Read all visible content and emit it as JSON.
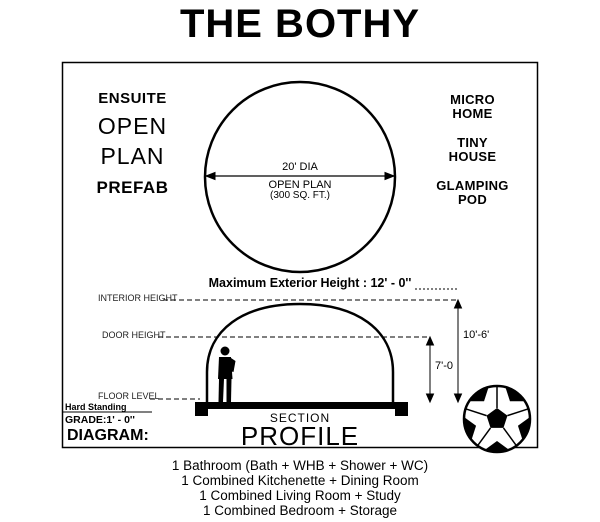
{
  "title": "THE BOTHY",
  "plan": {
    "left_labels": {
      "ensuite": "ENSUITE",
      "open": "OPEN",
      "plan": "PLAN",
      "prefab": "PREFAB"
    },
    "right_labels": {
      "micro": "MICRO",
      "home": "HOME",
      "tiny": "TINY",
      "house": "HOUSE",
      "glamping": "GLAMPING",
      "pod": "POD"
    },
    "circle": {
      "diameter": "20' DIA",
      "open_plan": "OPEN PLAN",
      "area": "(300 SQ. FT.)"
    }
  },
  "section": {
    "max_exterior_height": "Maximum Exterior Height : 12' - 0''",
    "interior_height_label": "INTERIOR HEIGHT",
    "door_height_label": "DOOR HEIGHT",
    "floor_level_label": "FLOOR LEVEL",
    "hard_standing_label": "Hard Standing",
    "grade_label": "GRADE:1' - 0''",
    "interior_height_dim": "10'-6'",
    "door_height_dim": "7'-0",
    "section_label": "SECTION",
    "profile_label": "PROFILE",
    "diagram_label": "DIAGRAM:"
  },
  "rooms": [
    "1 Bathroom (Bath + WHB + Shower + WC)",
    "1 Combined Kitchenette + Dining Room",
    "1 Combined Living Room + Study",
    "1 Combined Bedroom + Storage"
  ],
  "icons": {
    "ball": "soccer-ball-icon",
    "person": "person-silhouette-icon"
  },
  "colors": {
    "ink": "#000000",
    "background": "#ffffff"
  }
}
